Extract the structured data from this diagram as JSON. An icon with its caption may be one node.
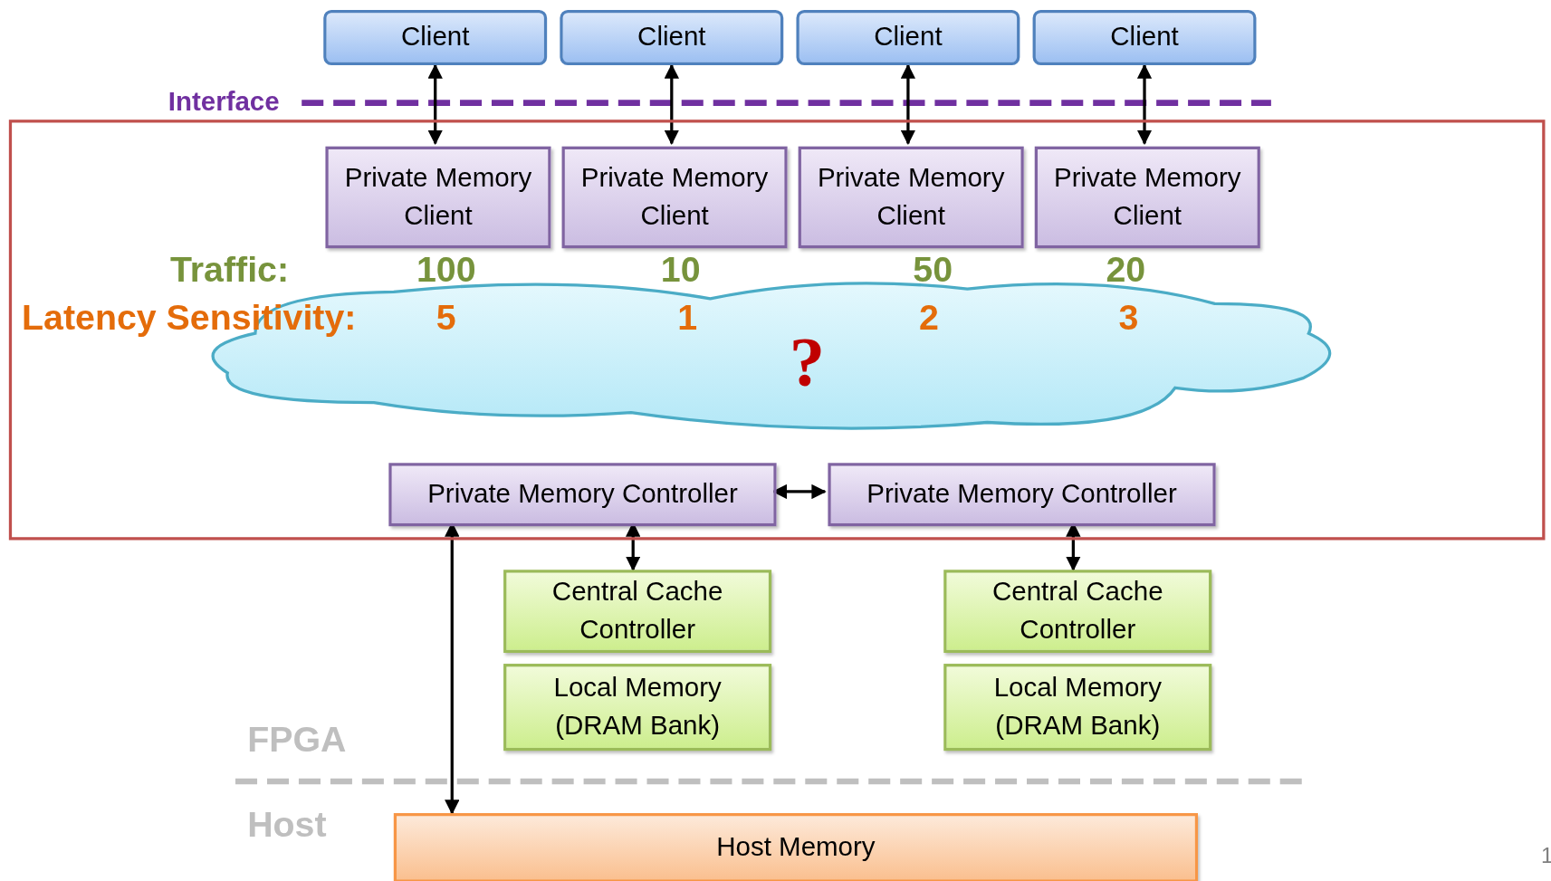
{
  "diagram": {
    "nodes": [
      {
        "text": [
          "Client"
        ]
      },
      {
        "text": [
          "Client"
        ]
      },
      {
        "text": [
          "Client"
        ]
      },
      {
        "text": [
          "Client"
        ]
      },
      {
        "text": [],
        "shape": "box"
      },
      {
        "text": [
          "Private Memory Client"
        ],
        "in": 4
      },
      {
        "text": [
          "Private Memory Client"
        ],
        "in": 4
      },
      {
        "text": [
          "Private Memory Client"
        ],
        "in": 4
      },
      {
        "text": [
          "Private Memory Client"
        ],
        "in": 4
      },
      {
        "text": [
          "?"
        ],
        "in": 4
      },
      {
        "text": [
          "Private Memory Controller"
        ],
        "in": 4
      },
      {
        "text": [
          "Private Memory Controller"
        ],
        "in": 4
      },
      {
        "text": [
          "Central Cache Controller"
        ]
      },
      {
        "text": [
          "Local Memory (DRAM Bank)"
        ]
      },
      {
        "text": [
          "Central Cache Controller"
        ]
      },
      {
        "text": [
          "Local Memory (DRAM Bank)"
        ]
      },
      {
        "text": [
          "Host Memory"
        ]
      }
    ],
    "edges": [
      {
        "from": 0,
        "to": 5,
        "arrow": "both"
      },
      {
        "from": 1,
        "to": 6,
        "arrow": "both"
      },
      {
        "from": 2,
        "to": 7,
        "arrow": "both"
      },
      {
        "from": 3,
        "to": 8,
        "arrow": "both"
      },
      {
        "from": 10,
        "to": 11,
        "arrow": "both"
      },
      {
        "from": 10,
        "to": 16,
        "arrow": "both"
      },
      {
        "from": 10,
        "to": 12,
        "arrow": "both"
      },
      {
        "from": 11,
        "to": 14,
        "arrow": "both"
      }
    ],
    "labels": [
      "Interface",
      "Traffic:",
      "100",
      "10",
      "50",
      "20",
      "Latency Sensitivity:",
      "5",
      "1",
      "2",
      "3",
      "FPGA",
      "Host",
      "1"
    ]
  }
}
